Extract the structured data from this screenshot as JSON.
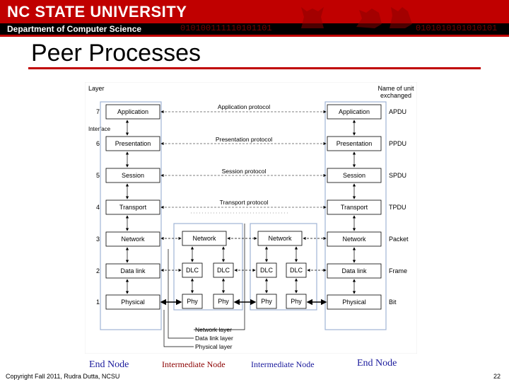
{
  "header": {
    "university": "NC STATE UNIVERSITY",
    "department": "Department of Computer Science",
    "binary_left": "010100111110101101",
    "binary_right": "0101010101010101"
  },
  "slide": {
    "title": "Peer Processes",
    "footer": "Copyright Fall 2011, Rudra Dutta, NCSU",
    "page_number": "22"
  },
  "captions": {
    "end_node_left": "End Node",
    "intermediate_1": "Intermediate Node",
    "intermediate_2": "Intermediate Node",
    "end_node_right": "End Node"
  },
  "diagram": {
    "layer_heading": "Layer",
    "unit_heading_1": "Name of unit",
    "unit_heading_2": "exchanged",
    "interface_label": "Interface",
    "layers": [
      {
        "num": "7",
        "name": "Application",
        "protocol": "Application protocol",
        "unit": "APDU"
      },
      {
        "num": "6",
        "name": "Presentation",
        "protocol": "Presentation protocol",
        "unit": "PPDU"
      },
      {
        "num": "5",
        "name": "Session",
        "protocol": "Session protocol",
        "unit": "SPDU"
      },
      {
        "num": "4",
        "name": "Transport",
        "protocol": "Transport protocol",
        "unit": "TPDU"
      },
      {
        "num": "3",
        "name": "Network",
        "protocol": "",
        "unit": "Packet"
      },
      {
        "num": "2",
        "name": "Data link",
        "protocol": "",
        "unit": "Frame"
      },
      {
        "num": "1",
        "name": "Physical",
        "protocol": "",
        "unit": "Bit"
      }
    ],
    "router_network": "Network",
    "router_dlc": "DLC",
    "router_phy": "Phy",
    "legend": [
      "Network layer",
      "Data link layer",
      "Physical layer"
    ]
  },
  "colors": {
    "banner_red": "#c00000",
    "banner_black": "#000000",
    "title_rule": "#c00000",
    "caption_end_node": "#1a1a9c",
    "caption_intermediate": "#8b0000",
    "node_outline": "#9fb3d6"
  }
}
